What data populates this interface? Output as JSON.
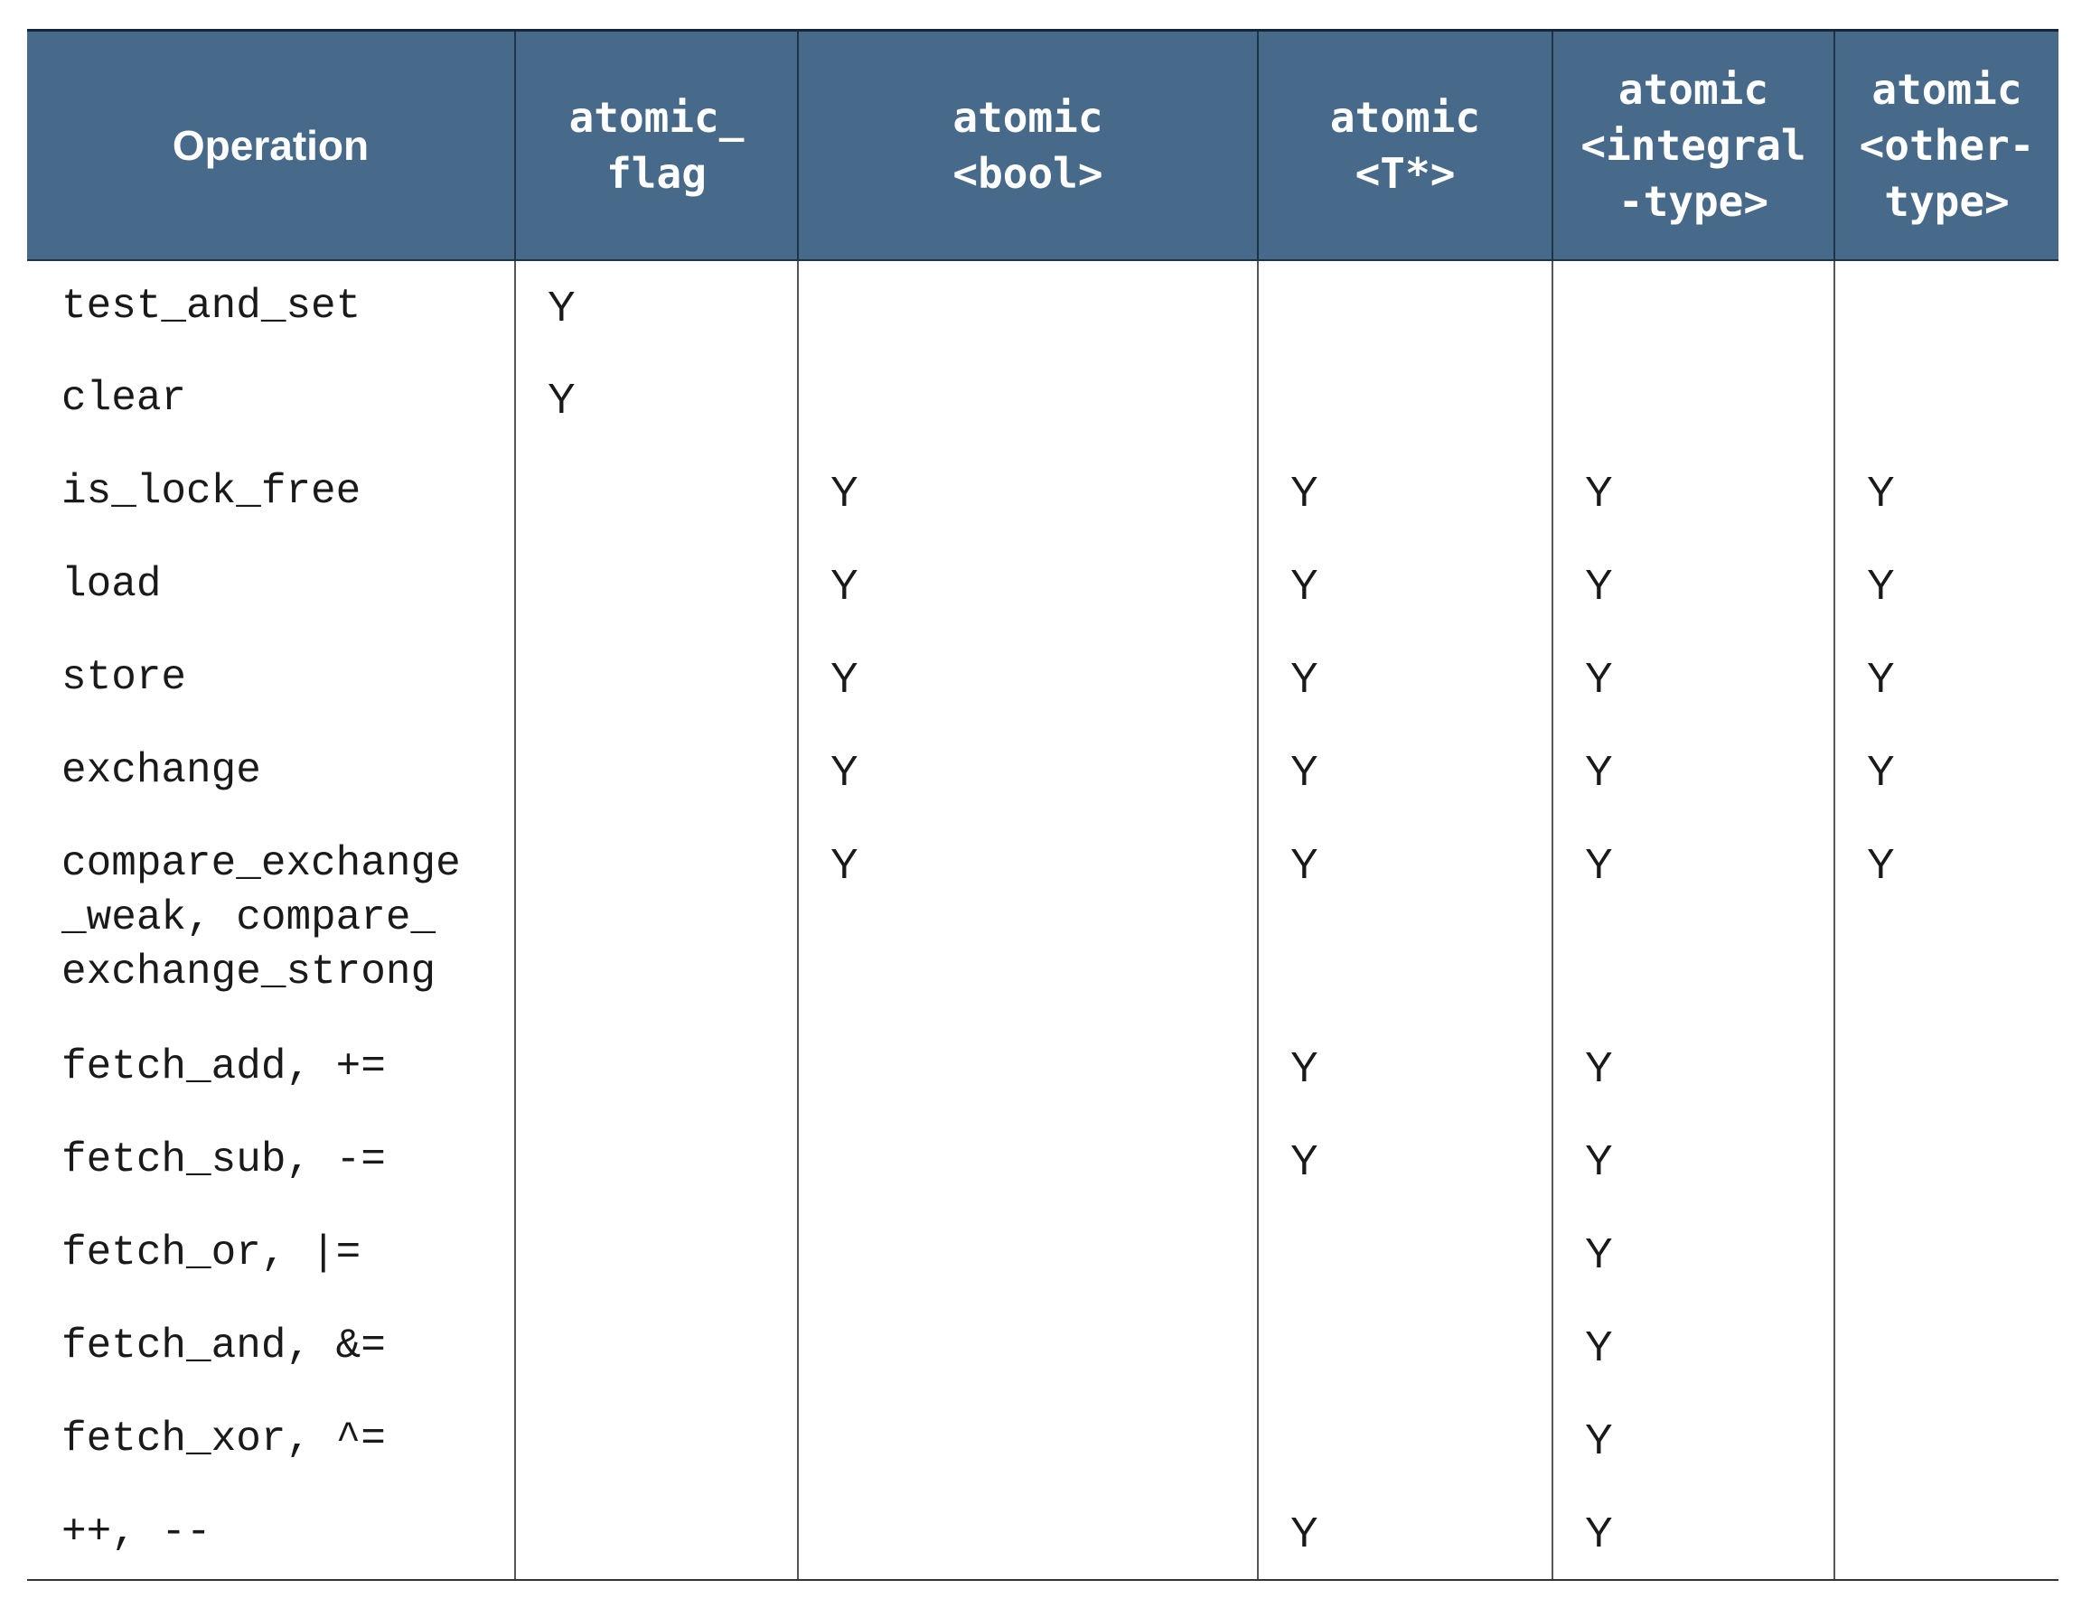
{
  "header": {
    "operation": "Operation",
    "col1": [
      "atomic_",
      "flag"
    ],
    "col2": [
      "atomic",
      "<bool>"
    ],
    "col3": [
      "atomic",
      "<T*>"
    ],
    "col4": [
      "atomic",
      "<integral",
      "-type>"
    ],
    "col5": [
      "atomic",
      "<other-",
      "type>"
    ]
  },
  "rows": [
    {
      "op": [
        "test_and_set"
      ],
      "flag": "Y",
      "bool": "",
      "ptr": "",
      "integral": "",
      "other": ""
    },
    {
      "op": [
        "clear"
      ],
      "flag": "Y",
      "bool": "",
      "ptr": "",
      "integral": "",
      "other": ""
    },
    {
      "op": [
        "is_lock_free"
      ],
      "flag": "",
      "bool": "Y",
      "ptr": "Y",
      "integral": "Y",
      "other": "Y"
    },
    {
      "op": [
        "load"
      ],
      "flag": "",
      "bool": "Y",
      "ptr": "Y",
      "integral": "Y",
      "other": "Y"
    },
    {
      "op": [
        "store"
      ],
      "flag": "",
      "bool": "Y",
      "ptr": "Y",
      "integral": "Y",
      "other": "Y"
    },
    {
      "op": [
        "exchange"
      ],
      "flag": "",
      "bool": "Y",
      "ptr": "Y",
      "integral": "Y",
      "other": "Y"
    },
    {
      "op": [
        "compare_exchange",
        "_weak, compare_",
        "exchange_strong"
      ],
      "flag": "",
      "bool": "Y",
      "ptr": "Y",
      "integral": "Y",
      "other": "Y"
    },
    {
      "op": [
        "fetch_add, +="
      ],
      "flag": "",
      "bool": "",
      "ptr": "Y",
      "integral": "Y",
      "other": ""
    },
    {
      "op": [
        "fetch_sub, -="
      ],
      "flag": "",
      "bool": "",
      "ptr": "Y",
      "integral": "Y",
      "other": ""
    },
    {
      "op": [
        "fetch_or, |="
      ],
      "flag": "",
      "bool": "",
      "ptr": "",
      "integral": "Y",
      "other": ""
    },
    {
      "op": [
        "fetch_and, &="
      ],
      "flag": "",
      "bool": "",
      "ptr": "",
      "integral": "Y",
      "other": ""
    },
    {
      "op": [
        "fetch_xor, ^="
      ],
      "flag": "",
      "bool": "",
      "ptr": "",
      "integral": "Y",
      "other": ""
    },
    {
      "op": [
        "++, --"
      ],
      "flag": "",
      "bool": "",
      "ptr": "Y",
      "integral": "Y",
      "other": ""
    }
  ]
}
